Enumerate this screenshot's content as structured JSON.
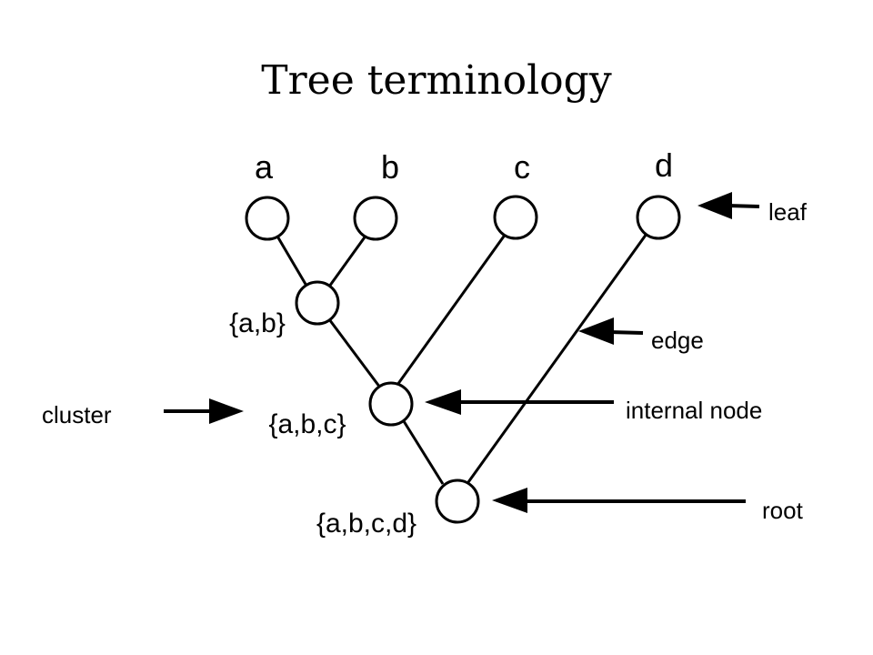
{
  "title": "Tree terminology",
  "leaves": [
    "a",
    "b",
    "c",
    "d"
  ],
  "clusters": {
    "ab": "{a,b}",
    "abc": "{a,b,c}",
    "abcd": "{a,b,c,d}"
  },
  "terms": {
    "leaf": "leaf",
    "edge": "edge",
    "internal_node": "internal node",
    "root": "root",
    "cluster": "cluster"
  }
}
